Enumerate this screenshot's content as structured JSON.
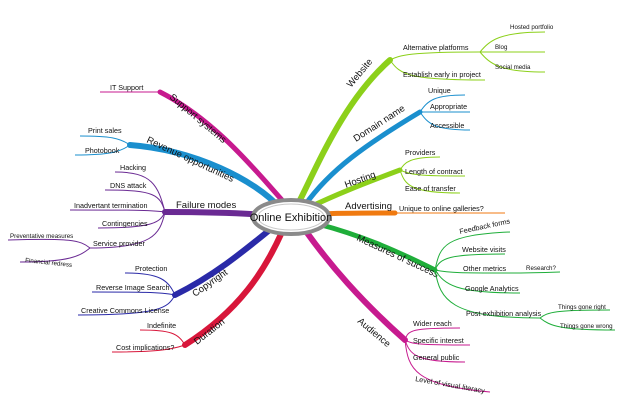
{
  "center": "Online Exhibition",
  "branches": {
    "website": {
      "label": "Website",
      "color": "#8cd01a",
      "items": {
        "alternative_platforms": "Alternative platforms",
        "hosted_portfolio": "Hosted portfolio",
        "blog": "Blog",
        "social_media": "Social media",
        "establish_early": "Establish early in project"
      }
    },
    "domain_name": {
      "label": "Domain name",
      "color": "#1a8fce",
      "items": {
        "unique": "Unique",
        "appropriate": "Appropriate",
        "accessible": "Accessible"
      }
    },
    "hosting": {
      "label": "Hosting",
      "color": "#8cd01a",
      "items": {
        "providers": "Providers",
        "length_of_contract": "Length of contract",
        "ease_of_transfer": "Ease of transfer"
      }
    },
    "advertising": {
      "label": "Advertising",
      "color": "#f07a10",
      "items": {
        "unique_to_online": "Unique to online galleries?"
      }
    },
    "measures_of_success": {
      "label": "Measures of success",
      "color": "#1fae3a",
      "items": {
        "feedback_forms": "Feedback forms",
        "website_visits": "Website visits",
        "other_metrics": "Other metrics",
        "research": "Research?",
        "google_analytics": "Google Analytics",
        "post_exhibition": "Post-exhibition analysis",
        "things_gone_right": "Things gone right",
        "things_gone_wrong": "Things gone wrong"
      }
    },
    "audience": {
      "label": "Audience",
      "color": "#c71a8f",
      "items": {
        "wider_reach": "Wider reach",
        "specific_interest": "Specific interest",
        "general_public": "General public",
        "visual_literacy": "Level of visual literacy"
      }
    },
    "support_systems": {
      "label": "Support systems",
      "color": "#c71a8f",
      "items": {
        "it_support": "IT Support"
      }
    },
    "revenue_opportunities": {
      "label": "Revenue opportunities",
      "color": "#1a8fce",
      "items": {
        "print_sales": "Print sales",
        "photobook": "Photobook"
      }
    },
    "failure_modes": {
      "label": "Failure modes",
      "color": "#6a2a93",
      "items": {
        "hacking": "Hacking",
        "dns_attack": "DNS attack",
        "inadvertant_termination": "Inadvertant termination",
        "contingencies": "Contingencies",
        "service_provider": "Service provider",
        "preventative_measures": "Preventative measures",
        "financial_redress": "Financial redress"
      }
    },
    "copyright": {
      "label": "Copyright",
      "color": "#2a2aa8",
      "items": {
        "protection": "Protection",
        "reverse_image_search": "Reverse Image Search",
        "creative_commons": "Creative Commons License"
      }
    },
    "duration": {
      "label": "Duration",
      "color": "#d8163a",
      "items": {
        "indefinite": "Indefinite",
        "cost_implications": "Cost implications?"
      }
    }
  }
}
